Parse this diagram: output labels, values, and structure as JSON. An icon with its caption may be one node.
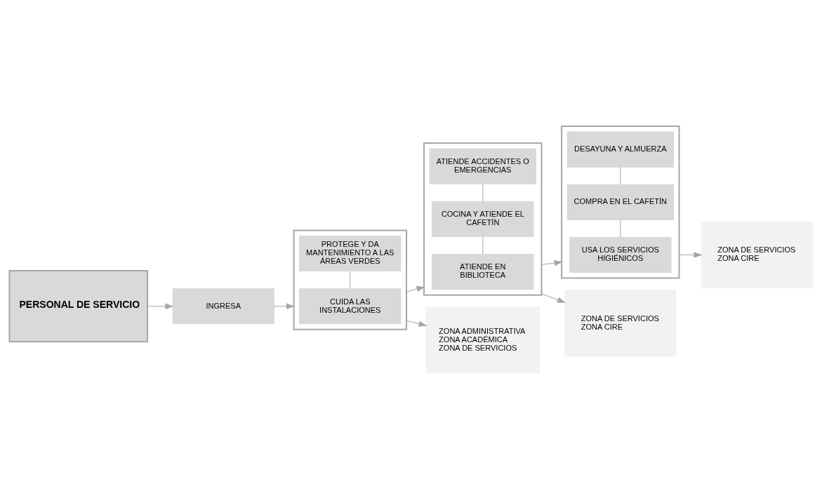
{
  "diagram": {
    "nodes": [
      {
        "text": [
          "PERSONAL DE SERVICIO"
        ]
      },
      {
        "text": [
          "INGRESA"
        ]
      },
      {
        "text": [],
        "shape": "box"
      },
      {
        "text": [
          "CUIDA LAS INSTALACIONES"
        ],
        "in": 2
      },
      {
        "text": [
          "PROTEGE Y DA MANTENIMIENTO A LAS ÁREAS VERDES"
        ],
        "in": 2
      },
      {
        "text": [],
        "shape": "box"
      },
      {
        "text": [
          "ATIENDE EN BIBLIOTECA"
        ],
        "in": 5
      },
      {
        "text": [
          "COCINA Y ATIENDE EL CAFETÍN"
        ],
        "in": 5
      },
      {
        "text": [
          "ATIENDE ACCIDENTES O EMERGENCIAS"
        ],
        "in": 5
      },
      {
        "text": [],
        "shape": "box"
      },
      {
        "text": [
          "USA LOS SERVICIOS HIGIÉNICOS"
        ],
        "in": 9
      },
      {
        "text": [
          "COMPRA EN EL CAFETÍN"
        ],
        "in": 9
      },
      {
        "text": [
          "DESAYUNA Y ALMUERZA"
        ],
        "in": 9
      },
      {
        "text": [
          "ZONA ADMINISTRATIVA",
          "ZONA ACADÉMICA",
          "ZONA DE SERVICIOS"
        ]
      },
      {
        "text": [
          "ZONA DE SERVICIOS",
          "ZONA CIRE"
        ]
      },
      {
        "text": [
          "ZONA DE SERVICIOS",
          "ZONA CIRE"
        ]
      }
    ],
    "edges": [
      {
        "from": 0,
        "to": 1,
        "arrow": "to"
      },
      {
        "from": 1,
        "to": 2,
        "arrow": "to"
      },
      {
        "from": 2,
        "to": 5,
        "arrow": "to"
      },
      {
        "from": 5,
        "to": 9,
        "arrow": "to"
      },
      {
        "from": 3,
        "to": 4,
        "arrow": "none"
      },
      {
        "from": 6,
        "to": 7,
        "arrow": "none"
      },
      {
        "from": 7,
        "to": 8,
        "arrow": "none"
      },
      {
        "from": 10,
        "to": 11,
        "arrow": "none"
      },
      {
        "from": 11,
        "to": 12,
        "arrow": "none"
      },
      {
        "from": 2,
        "to": 13,
        "arrow": "to"
      },
      {
        "from": 5,
        "to": 14,
        "arrow": "to"
      },
      {
        "from": 9,
        "to": 15,
        "arrow": "to"
      }
    ]
  }
}
